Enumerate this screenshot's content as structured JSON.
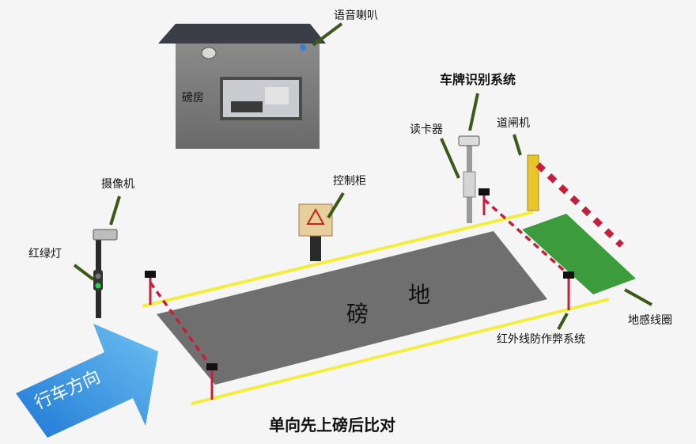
{
  "labels": {
    "speaker": "语音喇叭",
    "booth": "磅房",
    "plate_recognition": "车牌识别系统",
    "card_reader": "读卡器",
    "barrier_gate": "道闸机",
    "control_cabinet": "控制柜",
    "camera": "摄像机",
    "traffic_light": "红绿灯",
    "scale_char_1": "磅",
    "scale_char_2": "地",
    "loop_detector": "地感线圈",
    "infrared": "红外线防作弊系统",
    "direction": "行车方向",
    "caption": "单向先上磅后比对"
  },
  "colors": {
    "leader": "#3b5a18",
    "scale": "#6f6f6f",
    "yellow_line": "#f3ee3a",
    "loop": "#3c9c3c",
    "infrared": "#c61f3c",
    "arrow": "#2f86dc",
    "booth": "#7d7d7d",
    "roof": "#3b3e47"
  }
}
